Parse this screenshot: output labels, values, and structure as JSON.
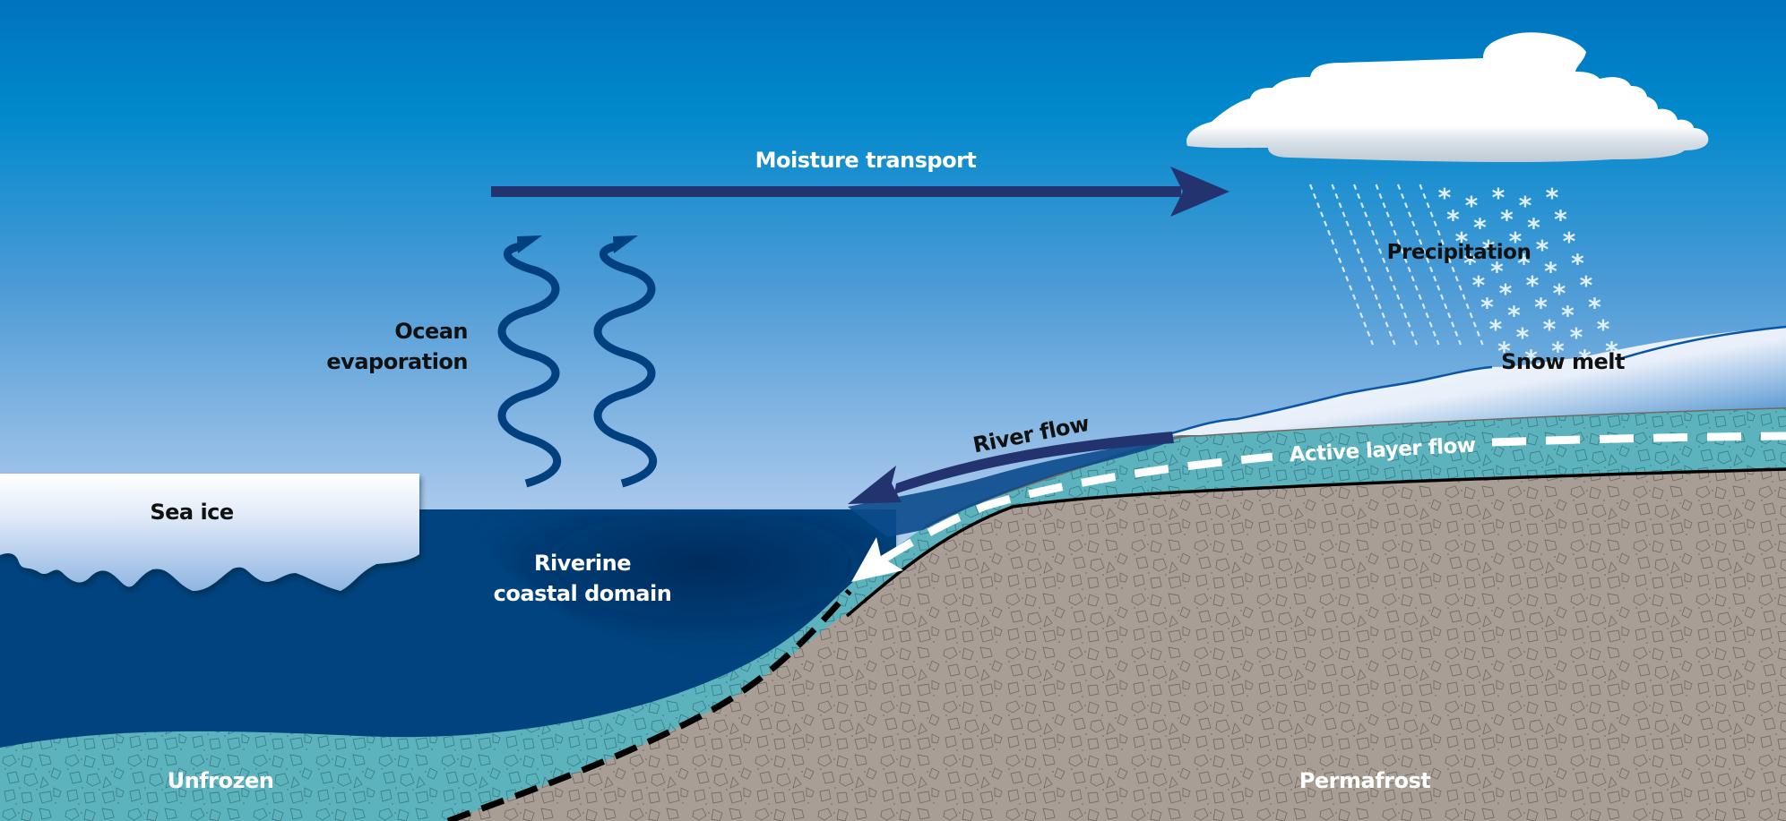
{
  "diagram": {
    "title": "Arctic freshwater cycle: coastal domain",
    "colors": {
      "sky_top": "#0074c0",
      "sky_bottom": "#dbe9f7",
      "ocean": "#00437e",
      "ocean_deep_plume": "#002f5e",
      "sediment_unfrozen": "#5cb3bd",
      "permafrost": "#a89e96",
      "arrow_navy": "#23336f",
      "evaporation_arrow": "#00407f",
      "snow_line": "#0a56a4"
    },
    "labels": {
      "moisture_transport": "Moisture transport",
      "precipitation": "Precipitation",
      "ocean_evaporation_line1": "Ocean",
      "ocean_evaporation_line2": "evaporation",
      "sea_ice": "Sea ice",
      "riverine_line1": "Riverine",
      "riverine_line2": "coastal domain",
      "river_flow": "River flow",
      "snow_melt": "Snow melt",
      "active_layer_flow": "Active layer flow",
      "unfrozen": "Unfrozen",
      "permafrost": "Permafrost"
    },
    "components": [
      {
        "name": "cloud",
        "kind": "cloud"
      },
      {
        "name": "rain",
        "kind": "dashed-lines",
        "count": 6
      },
      {
        "name": "snowfall",
        "kind": "snowflakes",
        "rows": 8,
        "per_row": 5
      },
      {
        "name": "moisture-transport-arrow",
        "direction": "right"
      },
      {
        "name": "evaporation-arrows",
        "count": 2,
        "direction": "up"
      },
      {
        "name": "river-flow-arrow",
        "direction": "down-left"
      },
      {
        "name": "active-layer-flow-arrow",
        "style": "dashed",
        "direction": "down-left"
      },
      {
        "name": "permafrost-boundary",
        "style": "dashed"
      }
    ]
  }
}
